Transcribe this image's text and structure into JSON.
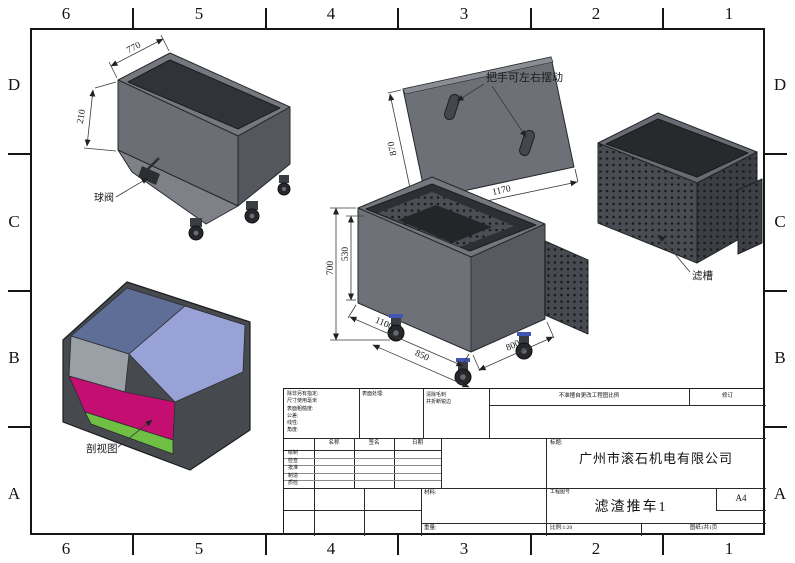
{
  "sheet": {
    "zone_cols": [
      "6",
      "5",
      "4",
      "3",
      "2",
      "1"
    ],
    "zone_rows": [
      "D",
      "C",
      "B",
      "A"
    ]
  },
  "views": {
    "hopper": {
      "dim_width": "770",
      "dim_depth": "210",
      "valve_label": "球阀"
    },
    "lid": {
      "dim_height": "870",
      "dim_length": "1170",
      "handle_note": "把手可左右摆动"
    },
    "cart": {
      "dim_height": "700",
      "dim_inner_height": "530",
      "dim_length": "1100",
      "dim_inner_length": "850",
      "dim_width": "800"
    },
    "basket": {
      "label": "滤槽"
    },
    "section": {
      "label": "剖视图",
      "colors": {
        "shell": "#46494e",
        "top": "#5e6e96",
        "wall": "#98a2d6",
        "side": "#9aa0a6",
        "floor": "#c40e72",
        "strip": "#6fbf44"
      }
    }
  },
  "titleblock": {
    "notes": [
      "除非另有指定:",
      "尺寸使用毫米",
      "表面粗糙度:",
      "公差:",
      "  线性:",
      "  角度:"
    ],
    "finish_label": "表面处理:",
    "deburr": [
      "清除毛刺",
      "并折断锐边"
    ],
    "do_not_scale": "不准擅自更改工程图比例",
    "revision_label": "修订",
    "columns": {
      "name": "名称",
      "signature": "签名",
      "date": "日期"
    },
    "rows": [
      "绘制",
      "检查",
      "批准",
      "制造",
      "质检"
    ],
    "title_label": "标题:",
    "company": "广州市滚石机电有限公司",
    "material_label": "材料:",
    "dwg_label": "工程图号",
    "drawing_number": "滤渣推车1",
    "paper_size": "A4",
    "weight_label": "重量:",
    "scale_label": "比例:1:20",
    "sheet_label": "图纸1共1页"
  }
}
